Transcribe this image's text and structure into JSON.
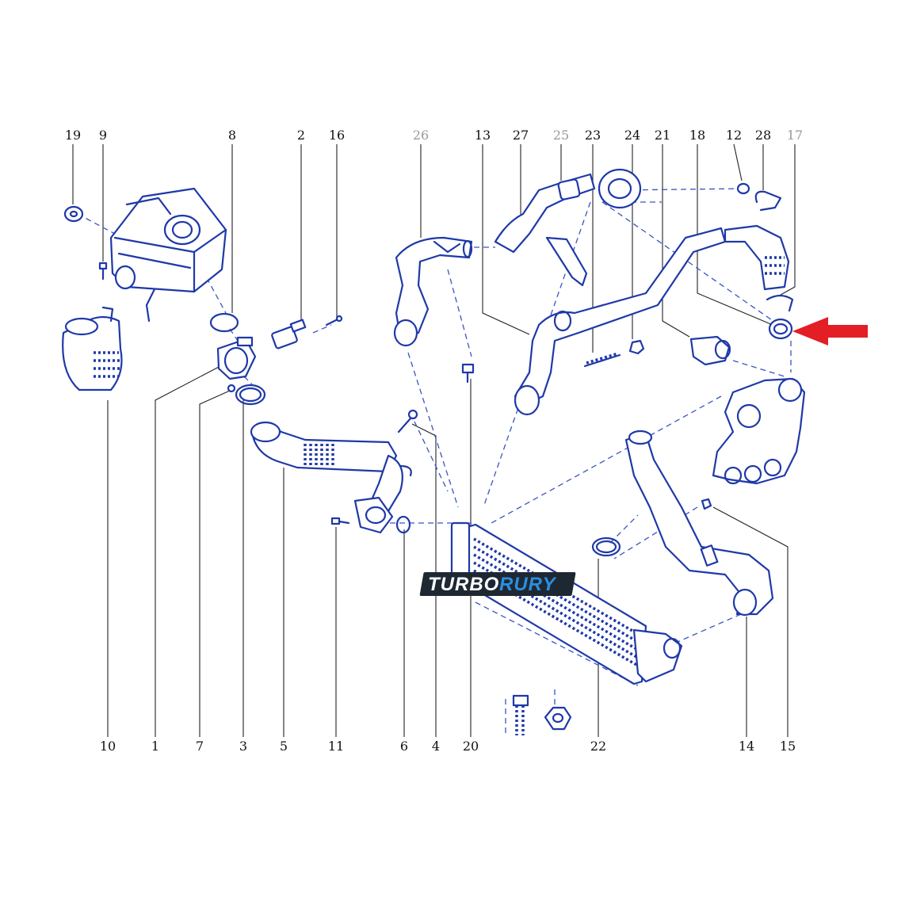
{
  "callouts": {
    "top": [
      "19",
      "9",
      "8",
      "2",
      "16",
      "26",
      "13",
      "27",
      "25",
      "23",
      "24",
      "21",
      "18",
      "12",
      "28",
      "17"
    ],
    "bottom": [
      "10",
      "1",
      "7",
      "3",
      "5",
      "11",
      "6",
      "4",
      "20",
      "22",
      "14",
      "15"
    ]
  },
  "watermark": {
    "part1": "TURBO",
    "part2": "RURY"
  },
  "colors": {
    "line": "#1f39a8",
    "arrow": "#e31e24",
    "dim_label": "#999999",
    "logo_bg": "#1e2833",
    "logo_white": "#ffffff",
    "logo_blue": "#2a8fe0"
  },
  "icons": {
    "pointer": "red-arrow-icon",
    "bolt": "bolt-icon",
    "nut": "nut-icon"
  }
}
